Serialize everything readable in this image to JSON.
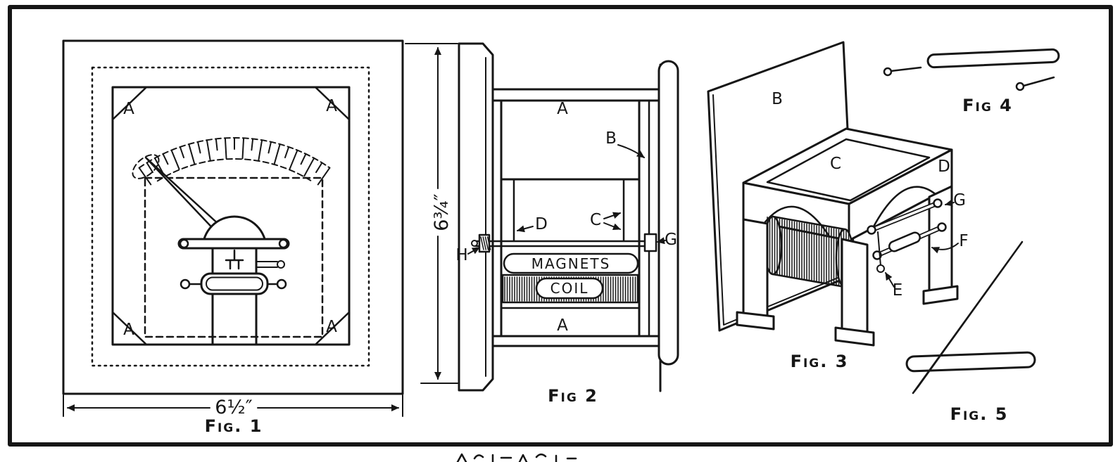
{
  "colors": {
    "ink": "#161616",
    "paper": "#ffffff"
  },
  "figure1": {
    "caption": "Fig. 1",
    "corner_label": "A",
    "width_dimension": "6½″"
  },
  "figure2": {
    "caption": "Fig 2",
    "height_dimension": "6¾″",
    "label_a_top": "A",
    "label_a_bottom": "A",
    "label_b": "B",
    "label_c": "C",
    "label_d": "D",
    "label_g": "G",
    "label_h": "H",
    "magnets_label": "MAGNETS",
    "coil_label": "COIL"
  },
  "figure3": {
    "caption": "Fig. 3",
    "label_b": "B",
    "label_c": "C",
    "label_d": "D",
    "label_e": "E",
    "label_f": "F",
    "label_g": "G"
  },
  "figure4": {
    "caption": "Fig 4"
  },
  "figure5": {
    "caption": "Fig. 5"
  }
}
